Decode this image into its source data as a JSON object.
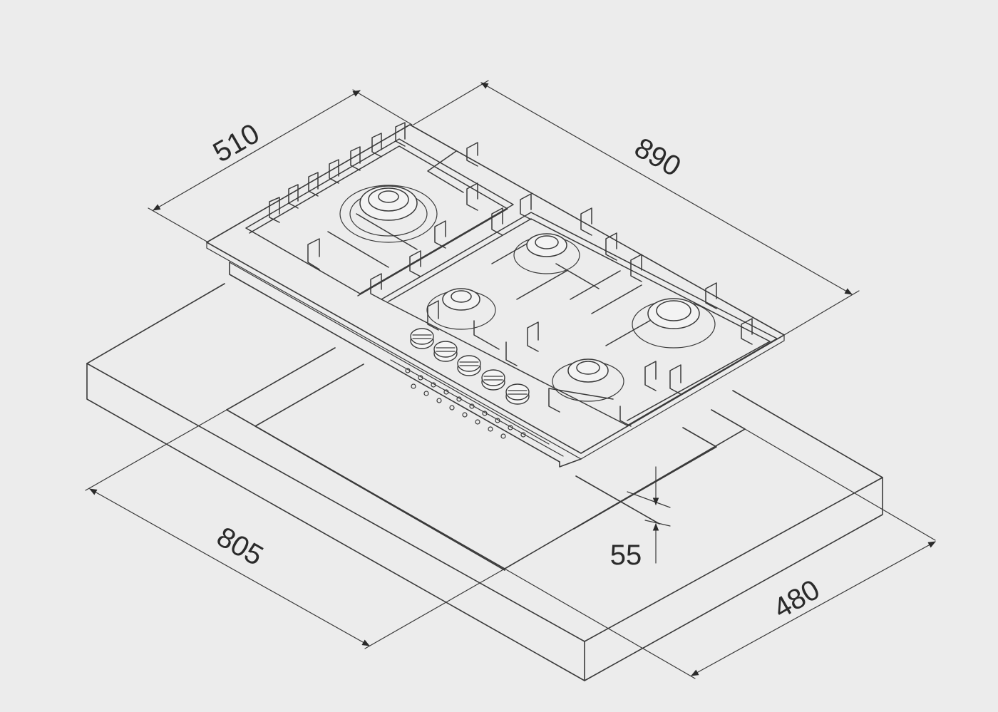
{
  "dimensions": {
    "depth": "510",
    "width": "890",
    "cutout_width": "805",
    "cutout_depth": "480",
    "height": "55"
  },
  "icons": {
    "product": "gas-hob-drawing",
    "arrows": "dimension-arrow"
  },
  "colors": {
    "background": "#ececec",
    "line": "#3a3a3a"
  }
}
